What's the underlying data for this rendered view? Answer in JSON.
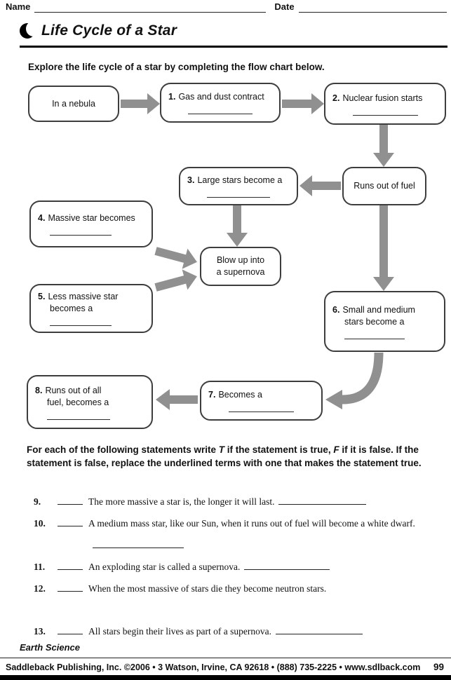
{
  "colors": {
    "arrow": "#909090",
    "box_border": "#3d3d3d",
    "ink": "#111111"
  },
  "header": {
    "name_label": "Name",
    "date_label": "Date"
  },
  "title": {
    "text": "Life Cycle of a Star"
  },
  "intro": "Explore the life cycle of a star by completing the flow chart below.",
  "flowchart": {
    "nebula": {
      "text": "In a nebula"
    },
    "b1": {
      "number": "1.",
      "text": "Gas and dust contract"
    },
    "b2": {
      "number": "2.",
      "text": "Nuclear fusion starts"
    },
    "fuel": {
      "text": "Runs out of fuel"
    },
    "b3": {
      "number": "3.",
      "text": "Large stars become a"
    },
    "b4": {
      "number": "4.",
      "text": "Massive star becomes"
    },
    "supernova": {
      "line1": "Blow up into",
      "line2": "a supernova"
    },
    "b5": {
      "number": "5.",
      "line1": "Less massive star",
      "line2": "becomes a"
    },
    "b6": {
      "number": "6.",
      "line1": "Small and medium",
      "line2": "stars become a"
    },
    "b7": {
      "number": "7.",
      "text": "Becomes a"
    },
    "b8": {
      "number": "8.",
      "line1": "Runs out of all",
      "line2": "fuel, becomes a"
    }
  },
  "tf_section": {
    "intro_p1": "For each of the following statements write ",
    "intro_t": "T",
    "intro_p2": " if the statement is true, ",
    "intro_f": "F",
    "intro_p3": " if it is false. If the statement is false, replace the underlined terms with one that makes the statement true."
  },
  "questions": [
    {
      "number": "9.",
      "pre": "The ",
      "underlined": "more",
      "post": " massive a star is, the longer it will last."
    },
    {
      "number": "10.",
      "pre": "A medium mass star, like our Sun, when it runs out of fuel will become a ",
      "underlined": "white dwarf",
      "post": "."
    },
    {
      "number": "11.",
      "pre": "An exploding star is called a ",
      "underlined": "supernova",
      "post": "."
    },
    {
      "number": "12.",
      "pre": "When the most massive of stars die they become ",
      "underlined": "neutron stars",
      "post": "."
    },
    {
      "number": "13.",
      "pre": "All stars begin their lives as part of a ",
      "underlined": "supernova",
      "post": "."
    }
  ],
  "footer": {
    "subject": "Earth Science",
    "publisher": "Saddleback Publishing, Inc. ©2006 • 3 Watson, Irvine, CA 92618 • (888) 735-2225 • www.sdlback.com",
    "page": "99"
  }
}
